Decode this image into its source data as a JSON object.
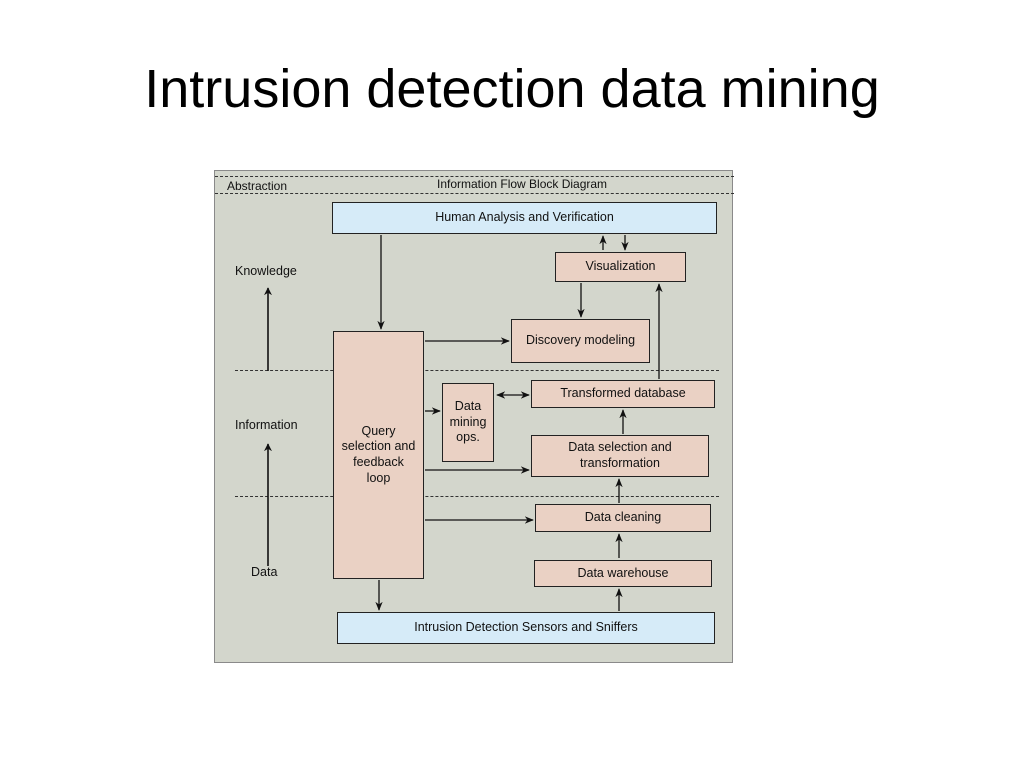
{
  "slide": {
    "title": "Intrusion detection data mining"
  },
  "diagram": {
    "header_left": "Abstraction",
    "header_center": "Information Flow Block Diagram",
    "levels": [
      "Knowledge",
      "Information",
      "Data"
    ],
    "boxes": {
      "human_analysis": "Human Analysis and Verification",
      "visualization": "Visualization",
      "discovery_modeling": "Discovery modeling",
      "query_loop": "Query selection and feedback loop",
      "data_mining_ops": "Data mining ops.",
      "transformed_database": "Transformed database",
      "data_selection": "Data selection and transformation",
      "data_cleaning": "Data cleaning",
      "data_warehouse": "Data warehouse",
      "sensors": "Intrusion Detection Sensors and Sniffers"
    },
    "colors": {
      "blue_box": "#d6ebf8",
      "pink_box": "#ead1c4",
      "panel": "#d3d6cc"
    }
  }
}
